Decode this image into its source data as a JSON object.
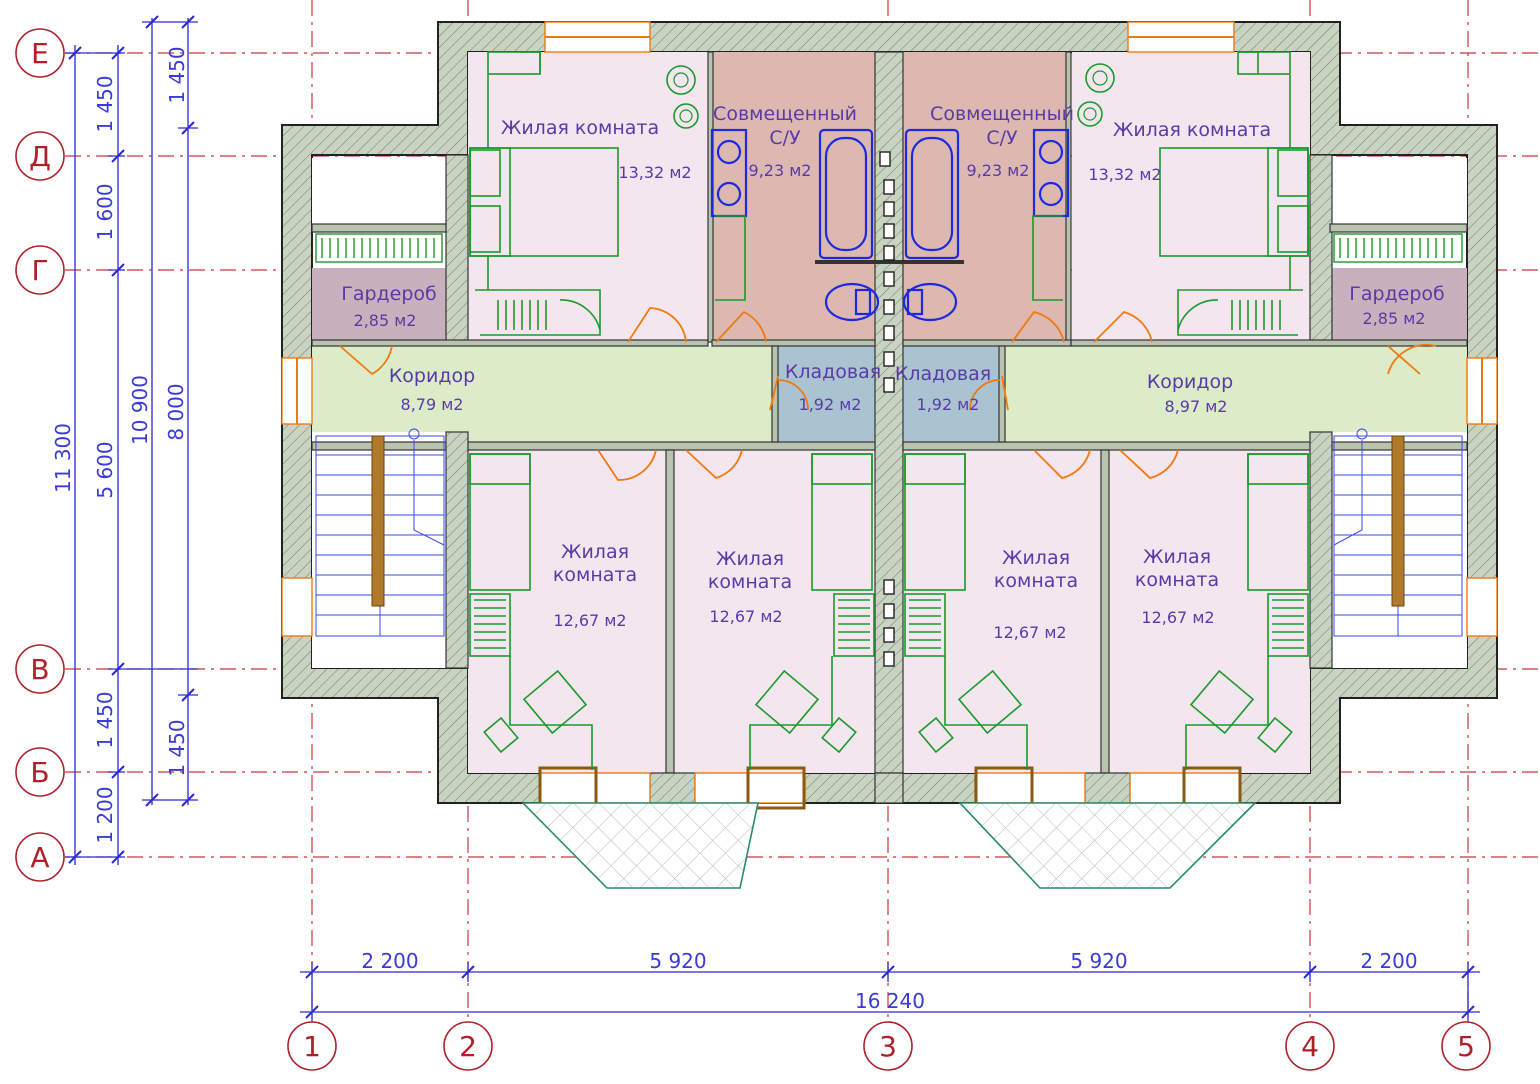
{
  "axes": {
    "horizontal": [
      "1",
      "2",
      "3",
      "4",
      "5"
    ],
    "vertical": [
      "Е",
      "Д",
      "Г",
      "В",
      "Б",
      "А"
    ]
  },
  "dimensions": {
    "bottom_segments": [
      "2 200",
      "5 920",
      "5 920",
      "2 200"
    ],
    "bottom_total": "16 240",
    "left_outer": "11 300",
    "left_mid": "10 900",
    "left_inner": "8 000",
    "left_segments": [
      "1 450",
      "1 600",
      "5 600",
      "1 450",
      "1 200"
    ],
    "left_inner_segments": [
      "1 450",
      "1 450"
    ]
  },
  "rooms": {
    "bedroom_tl": {
      "name": "Жилая комната",
      "area": "13,32 м2"
    },
    "bath_l": {
      "name": "Совмещенный",
      "name2": "С/У",
      "area": "9,23 м2"
    },
    "bath_r": {
      "name": "Совмещенный",
      "name2": "С/У",
      "area": "9,23 м2"
    },
    "bedroom_tr": {
      "name": "Жилая комната",
      "area": "13,32 м2"
    },
    "wardrobe_l": {
      "name": "Гардероб",
      "area": "2,85 м2"
    },
    "wardrobe_r": {
      "name": "Гардероб",
      "area": "2,85 м2"
    },
    "corridor_l": {
      "name": "Коридор",
      "area": "8,79 м2"
    },
    "corridor_r": {
      "name": "Коридор",
      "area": "8,97 м2"
    },
    "pantry_l": {
      "name": "Кладовая",
      "area": "1,92 м2"
    },
    "pantry_r": {
      "name": "Кладовая",
      "area": "1,92 м2"
    },
    "bedroom_b1": {
      "name": "Жилая",
      "name2": "комната",
      "area": "12,67 м2"
    },
    "bedroom_b2": {
      "name": "Жилая",
      "name2": "комната",
      "area": "12,67 м2"
    },
    "bedroom_b3": {
      "name": "Жилая",
      "name2": "комната",
      "area": "12,67 м2"
    },
    "bedroom_b4": {
      "name": "Жилая",
      "name2": "комната",
      "area": "12,67 м2"
    }
  },
  "colors": {
    "living_room": "#f3e6ef",
    "bathroom": "#dcb8b0",
    "corridor": "#dcebc8",
    "pantry": "#a9c4d0",
    "wardrobe": "#c8b0bc",
    "wall": "#c9d3c1",
    "axis": "#b0202a",
    "dimension": "#2a2ad0"
  }
}
